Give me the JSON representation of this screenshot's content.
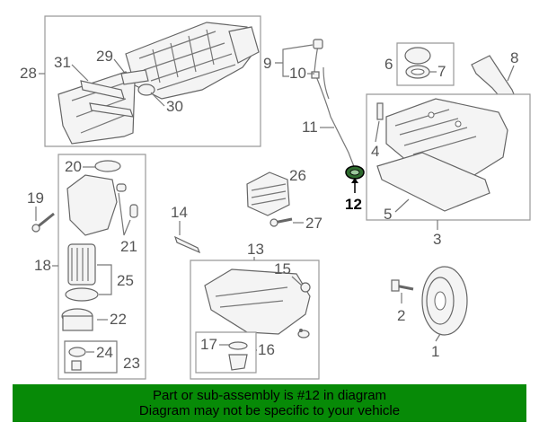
{
  "banner": {
    "line1": "Part or sub-assembly is #12 in diagram",
    "line2": "Diagram may not be specific to your vehicle"
  },
  "labels": {
    "n1": "1",
    "n2": "2",
    "n3": "3",
    "n4": "4",
    "n5": "5",
    "n6": "6",
    "n7": "7",
    "n8": "8",
    "n9": "9",
    "n10": "10",
    "n11": "11",
    "n12": "12",
    "n13": "13",
    "n14": "14",
    "n15": "15",
    "n16": "16",
    "n17": "17",
    "n18": "18",
    "n19": "19",
    "n20": "20",
    "n21": "21",
    "n22": "22",
    "n23": "23",
    "n24": "24",
    "n25": "25",
    "n26": "26",
    "n27": "27",
    "n28": "28",
    "n29": "29",
    "n30": "30",
    "n31": "31"
  },
  "colors": {
    "banner_bg": "#078a07",
    "highlight_part": "#2e6b2e"
  }
}
